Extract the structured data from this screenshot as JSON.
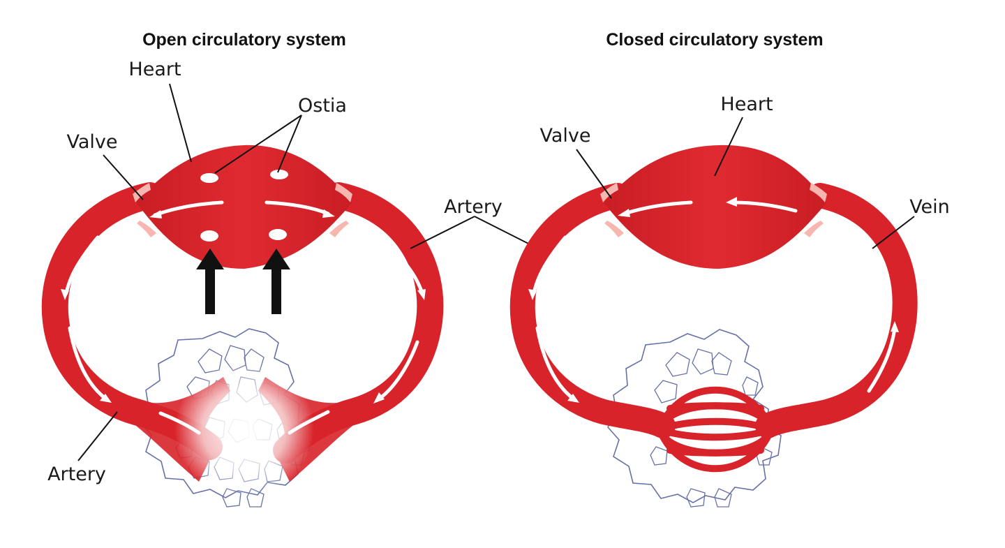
{
  "colors": {
    "blood": "#d8232a",
    "blood_dark": "#b81a20",
    "cell_outline": "#6670a8",
    "arrow": "#111111",
    "background": "#ffffff"
  },
  "open_system": {
    "title": "Open circulatory system",
    "labels": {
      "heart": "Heart",
      "ostia": "Ostia",
      "valve": "Valve",
      "artery_right": "Artery",
      "artery_bottom": "Artery"
    }
  },
  "closed_system": {
    "title": "Closed circulatory system",
    "labels": {
      "heart": "Heart",
      "valve": "Valve",
      "vein": "Vein"
    }
  }
}
